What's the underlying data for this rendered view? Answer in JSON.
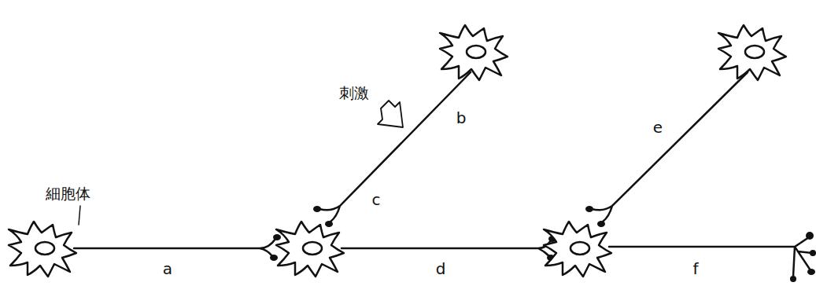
{
  "diagram": {
    "labels": [
      "刺激",
      "細胞体",
      "a",
      "b",
      "c",
      "d",
      "e",
      "f"
    ]
  }
}
